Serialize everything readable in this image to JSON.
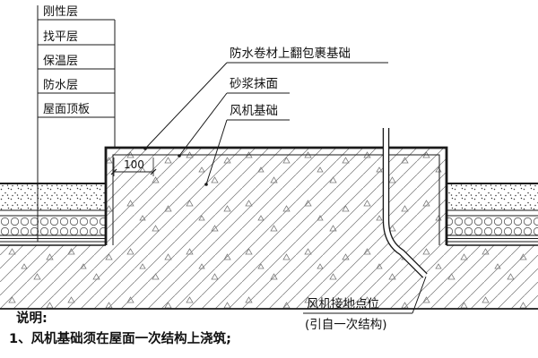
{
  "drawing_title_implicit": "风机基础屋面节点详图",
  "layer_labels": [
    "刚性层",
    "找平层",
    "保温层",
    "防水层",
    "屋面顶板"
  ],
  "callouts": {
    "membrane_wrap": "防水卷材上翻包裹基础",
    "mortar": "砂浆抹面",
    "fan_foundation": "风机基础",
    "grounding_line1": "风机接地点位",
    "grounding_line2": "(引自一次结构)"
  },
  "dimension": {
    "upturn_height": "100"
  },
  "notes": {
    "title": "说明:",
    "item1": "1、风机基础须在屋面一次结构上浇筑;"
  },
  "colors": {
    "line": "#1a1a1a",
    "hatch": "#777777",
    "background": "#ffffff"
  }
}
